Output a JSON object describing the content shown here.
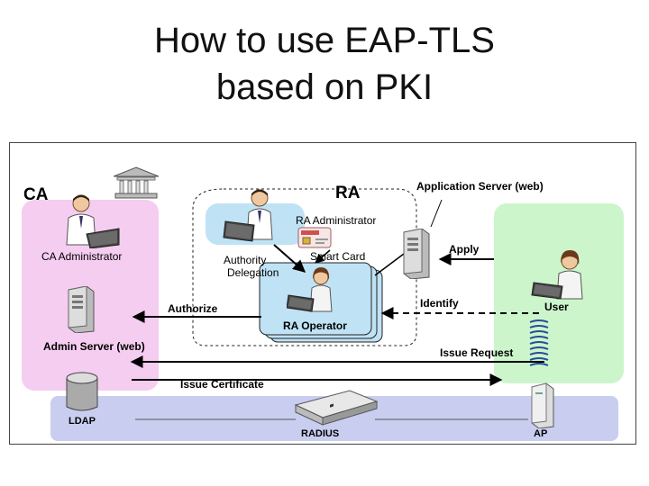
{
  "title": {
    "line1": "How to use EAP-TLS",
    "line2": "based on PKI"
  },
  "zones": {
    "ca": "CA",
    "ra": "RA"
  },
  "labels": {
    "application_server": "Application Server (web)",
    "ra_administrator": "RA Administrator",
    "ca_administrator": "CA Administrator",
    "authority_delegation_1": "Authority",
    "authority_delegation_2": "Delegation",
    "smart_card": "Smart Card",
    "apply": "Apply",
    "identify": "Identify",
    "user": "User",
    "authorize": "Authorize",
    "ra_operator": "RA Operator",
    "admin_server": "Admin Server (web)",
    "issue_request": "Issue Request",
    "issue_certificate": "Issue Certificate",
    "ldap": "LDAP",
    "radius": "RADIUS",
    "ap": "AP"
  },
  "colors": {
    "ca_zone": "#f5cdf0",
    "ra_admin_zone": "#bfe2f5",
    "user_zone": "#ccf5cc",
    "ra_operator_zone": "#bfe2f5",
    "network_bar": "#c9cef0"
  },
  "icons": [
    "bank-icon",
    "person-laptop-icon",
    "server-icon",
    "smart-card-icon",
    "database-icon",
    "radius-switch-icon",
    "access-point-icon",
    "signal-waves-icon"
  ]
}
